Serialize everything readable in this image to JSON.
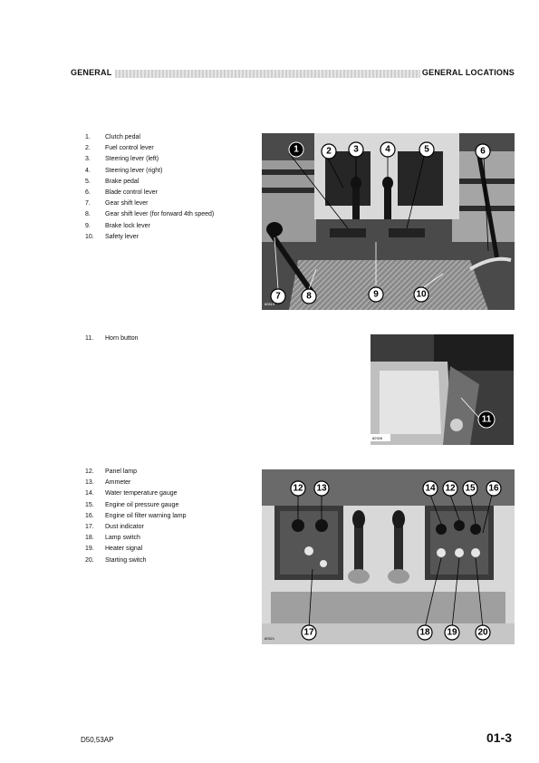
{
  "header": {
    "left": "GENERAL",
    "right": "GENERAL LOCATIONS"
  },
  "section1": {
    "items": [
      {
        "num": "1.",
        "label": "Clutch pedal"
      },
      {
        "num": "2.",
        "label": "Fuel control lever"
      },
      {
        "num": "3.",
        "label": "Steering lever (left)"
      },
      {
        "num": "4.",
        "label": "Steering lever (right)"
      },
      {
        "num": "5.",
        "label": "Brake pedal"
      },
      {
        "num": "6.",
        "label": "Blade control lever"
      },
      {
        "num": "7.",
        "label": "Gear shift lever"
      },
      {
        "num": "8.",
        "label": "Gear shift lever (for forward 4th speed)"
      },
      {
        "num": "9.",
        "label": "Brake lock lever"
      },
      {
        "num": "10.",
        "label": "Safety lever"
      }
    ],
    "figure": {
      "callouts": [
        "1",
        "2",
        "3",
        "4",
        "5",
        "6",
        "7",
        "8",
        "9",
        "10"
      ],
      "code": "80519"
    }
  },
  "section2": {
    "items": [
      {
        "num": "11.",
        "label": "Horn button"
      }
    ],
    "figure": {
      "callouts": [
        "11"
      ],
      "code": "82926"
    }
  },
  "section3": {
    "items": [
      {
        "num": "12.",
        "label": "Panel lamp"
      },
      {
        "num": "13.",
        "label": "Ammeter"
      },
      {
        "num": "14.",
        "label": "Water temperature gauge"
      },
      {
        "num": "15.",
        "label": "Engine oil pressure gauge"
      },
      {
        "num": "16.",
        "label": "Engine oil filter warning lamp"
      },
      {
        "num": "17.",
        "label": "Dust indicator"
      },
      {
        "num": "18.",
        "label": "Lamp switch"
      },
      {
        "num": "19.",
        "label": "Heater signal"
      },
      {
        "num": "20.",
        "label": "Starting switch"
      }
    ],
    "figure": {
      "callouts": [
        "12",
        "13",
        "14",
        "12",
        "15",
        "16",
        "17",
        "18",
        "19",
        "20"
      ],
      "code": "80521"
    }
  },
  "footer": {
    "model": "D50,53AP",
    "page": "01-3"
  }
}
